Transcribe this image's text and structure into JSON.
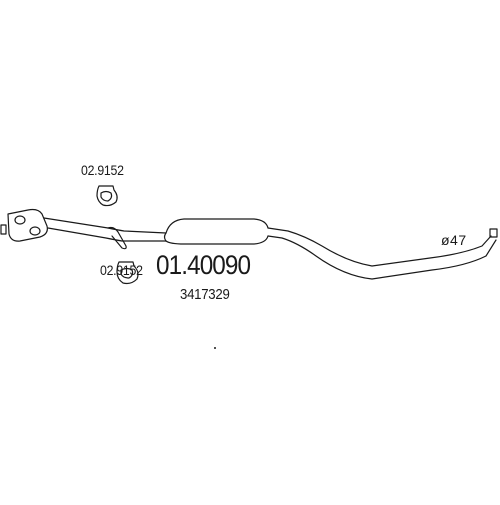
{
  "diagram": {
    "part_number": "01.40090",
    "oe_number": "3417329",
    "gasket_top": {
      "code": "02.9152",
      "icon": "gasket-ring-icon"
    },
    "gasket_bottom": {
      "code": "02.9152",
      "icon": "gasket-ring-icon"
    },
    "pipe_diameter": "ø47",
    "line_color": "#1a1a1a"
  }
}
